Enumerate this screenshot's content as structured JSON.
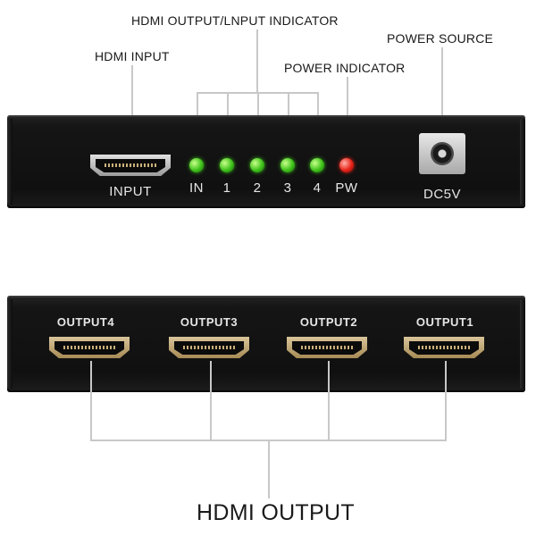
{
  "callouts": {
    "hdmi_input": "HDMI INPUT",
    "indicator": "HDMI OUTPUT/LNPUT INDICATOR",
    "power_indicator": "POWER INDICATOR",
    "power_source": "POWER SOURCE",
    "hdmi_output": "HDMI OUTPUT"
  },
  "front_panel": {
    "input_label": "INPUT",
    "led_labels": [
      "IN",
      "1",
      "2",
      "3",
      "4",
      "PW"
    ],
    "led_colors": [
      "#3ec21a",
      "#3ec21a",
      "#3ec21a",
      "#3ec21a",
      "#3ec21a",
      "#e82318"
    ],
    "dc_label": "DC5V"
  },
  "back_panel": {
    "output_labels": [
      "OUTPUT4",
      "OUTPUT3",
      "OUTPUT2",
      "OUTPUT1"
    ]
  }
}
